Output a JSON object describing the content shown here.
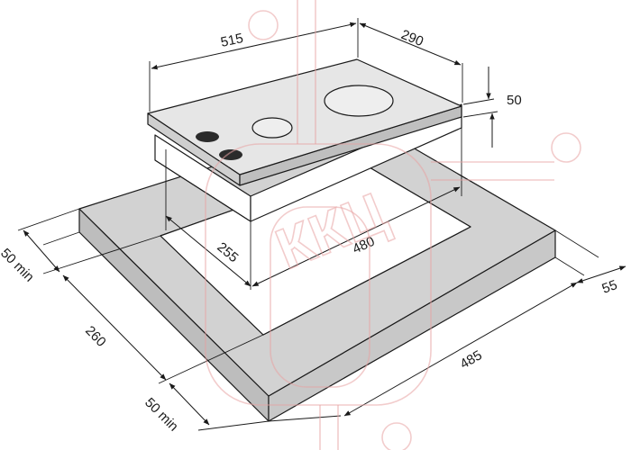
{
  "dimensions": {
    "hob_width": "515",
    "hob_depth": "290",
    "hob_height": "50",
    "cutout_width": "480",
    "cutout_depth": "255",
    "counter_width": "485",
    "counter_depth": "260",
    "counter_thickness": "55",
    "back_min": "50 min",
    "front_min": "50 min"
  },
  "watermark": {
    "text": "ККЦ"
  },
  "colors": {
    "hob_top": "#e6e6e6",
    "counter_top": "#d2d2d2",
    "counter_side": "#bdbdbd",
    "burner": "#2b2b2b",
    "watermark": "#e8a3a3"
  }
}
